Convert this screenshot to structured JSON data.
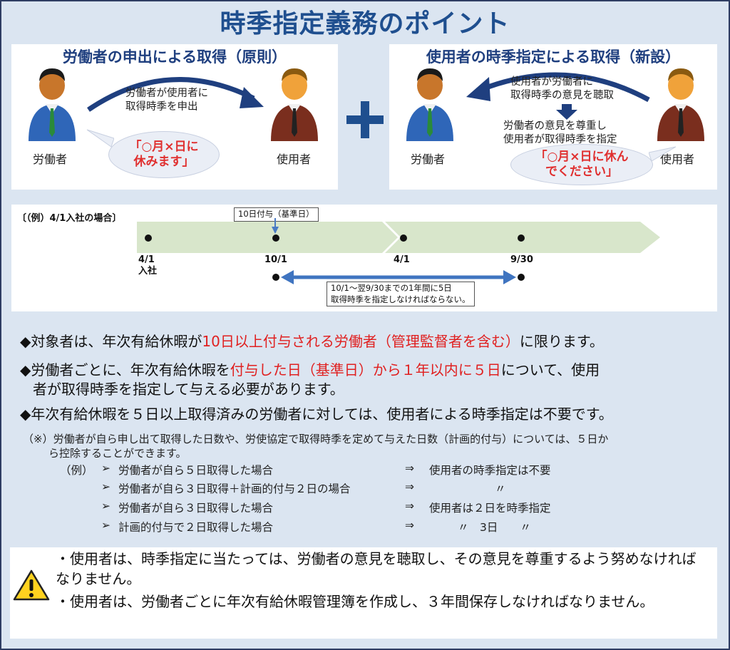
{
  "title": "時季指定義務のポイント",
  "left_panel": {
    "title": "労働者の申出による取得（原則）",
    "worker_label": "労働者",
    "employer_label": "使用者",
    "arrow_text": "労働者が使用者に\n取得時季を申出",
    "bubble": "「○月×日に\n休みます」"
  },
  "plus_icon": "plus-icon",
  "right_panel": {
    "title": "使用者の時季指定による取得（新設）",
    "worker_label": "労働者",
    "employer_label": "使用者",
    "arrow_text": "使用者が労働者に\n取得時季の意見を聴取",
    "middle_text": "労働者の意見を尊重し\n使用者が取得時季を指定",
    "bubble": "「○月×日に休ん\nでください」"
  },
  "timeline": {
    "example_label": "〔（例）4/1入社の場合〕",
    "grant_label": "10日付与（基準日）",
    "points": [
      {
        "label": "4/1\n入社"
      },
      {
        "label": "10/1"
      },
      {
        "label": "4/1"
      },
      {
        "label": "9/30"
      }
    ],
    "range_text": "10/1～翌9/30までの1年間に5日\n取得時季を指定しなければならない。"
  },
  "bullets": [
    {
      "pre": "◆対象者は、年次有給休暇が",
      "red": "10日以上付与される労働者（管理監督者を含む）",
      "post": "に限ります。"
    },
    {
      "pre": "◆労働者ごとに、年次有給休暇を",
      "red": "付与した日（基準日）から１年以内に５日",
      "post": "について、使用",
      "line2": "者が取得時季を指定して与える必要があります。"
    },
    {
      "pre": "◆年次有給休暇を５日以上取得済みの労働者に対しては、使用者による時季指定は不要です。"
    }
  ],
  "note": {
    "line1": "（※）労働者が自ら申し出て取得した日数や、労使協定で取得時季を定めて与えた日数（計画的付与）については、５日か",
    "line2": "ら控除することができます。"
  },
  "examples": {
    "prefix": "（例）",
    "rows": [
      {
        "case": "労働者が自ら５日取得した場合",
        "arrow": "⇒",
        "result": "使用者の時季指定は不要"
      },
      {
        "case": "労働者が自ら３日取得＋計画的付与２日の場合",
        "arrow": "⇒",
        "result": "〃"
      },
      {
        "case": "労働者が自ら３日取得した場合",
        "arrow": "⇒",
        "result": "使用者は２日を時季指定"
      },
      {
        "case": "計画的付与で２日取得した場合",
        "arrow": "⇒",
        "result": "〃　3日　　〃"
      }
    ]
  },
  "warning": {
    "icon": "warning-icon",
    "items": [
      "・使用者は、時季指定に当たっては、労働者の意見を聴取し、その意見を尊重するよう努めなければなりません。",
      "・使用者は、労働者ごとに年次有給休暇管理簿を作成し、３年間保存しなければなりません。"
    ]
  },
  "colors": {
    "title": "#1f4f8f",
    "accent_red": "#e02020",
    "background": "#dbe5f1",
    "timeline_band": "#d8e6cb",
    "arrow_blue": "#1f3f7f"
  }
}
